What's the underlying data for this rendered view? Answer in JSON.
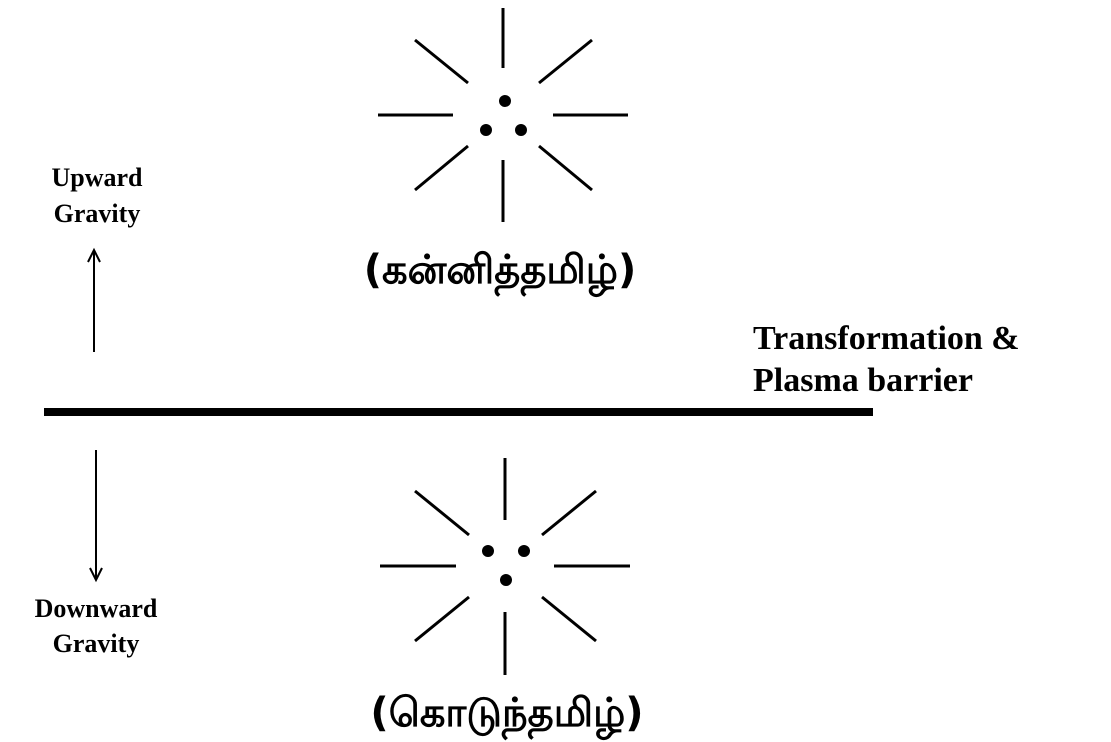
{
  "upper": {
    "caption": "(கன்னித்தமிழ்)",
    "dots": 3
  },
  "lower": {
    "caption": "(கொடுந்தமிழ்)",
    "dots": 3
  },
  "up_gravity": {
    "line1": "Upward",
    "line2": "Gravity"
  },
  "down_gravity": {
    "line1": "Downward",
    "line2": "Gravity"
  },
  "barrier_label": {
    "line1": "Transformation &",
    "line2": "Plasma barrier"
  },
  "colors": {
    "ink": "#000000",
    "background": "#ffffff"
  }
}
